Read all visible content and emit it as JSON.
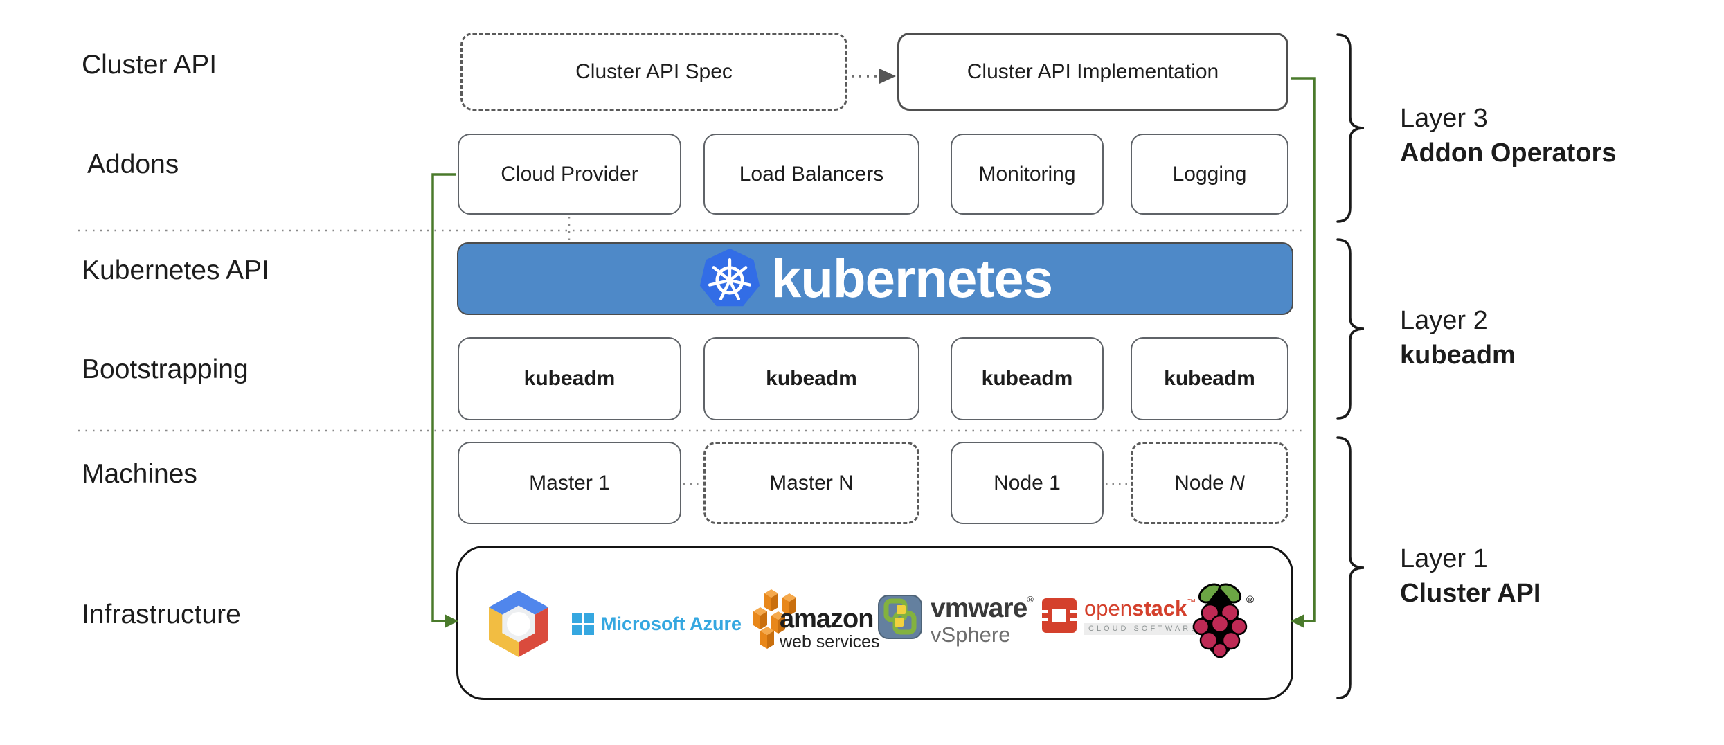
{
  "row_labels": [
    "Cluster API",
    "Addons",
    "Kubernetes API",
    "Bootstrapping",
    "Machines",
    "Infrastructure"
  ],
  "cluster_api_row": {
    "spec_label": "Cluster API Spec",
    "implementation_label": "Cluster API Implementation"
  },
  "addons_row": [
    "Cloud Provider",
    "Load Balancers",
    "Monitoring",
    "Logging"
  ],
  "kubernetes_banner": {
    "brand_text": "kubernetes"
  },
  "bootstrapping_row": [
    "kubeadm",
    "kubeadm",
    "kubeadm",
    "kubeadm"
  ],
  "machines_row": [
    {
      "label": "Master 1"
    },
    {
      "label": "Master N"
    },
    {
      "label": "Node 1"
    },
    {
      "label": "Node",
      "italic_suffix": "N"
    }
  ],
  "infrastructure_row": {
    "azure_label": "Microsoft Azure",
    "aws_label": "amazon",
    "aws_sublabel": "web services",
    "vmware_label": "vmware",
    "vmware_reg": "®",
    "vmware_sublabel": "vSphere",
    "openstack_label_light": "open",
    "openstack_label_bold": "stack",
    "openstack_tm": "™",
    "openstack_sublabel": "CLOUD SOFTWARE",
    "rpi_reg": "®"
  },
  "layer_brackets": [
    {
      "line1": "Layer 3",
      "line2": "Addon Operators"
    },
    {
      "line1": "Layer 2",
      "line2": "kubeadm"
    },
    {
      "line1": "Layer 1",
      "line2": "Cluster API"
    }
  ],
  "colors": {
    "banner_blue": "#4E89C8",
    "kubernetes_logo_blue": "#326DE6",
    "connector_green": "#4A7A2B",
    "azure_blue": "#35A7E0",
    "aws_orange": "#E8871A",
    "openstack_red": "#D4402C",
    "vmware_slate": "#64809F",
    "rpi_green": "#6CA644",
    "rpi_crimson": "#BE2A55",
    "gcp_blue": "#5086EC",
    "gcp_red": "#DA4B3D",
    "gcp_yellow": "#F2BD42"
  }
}
